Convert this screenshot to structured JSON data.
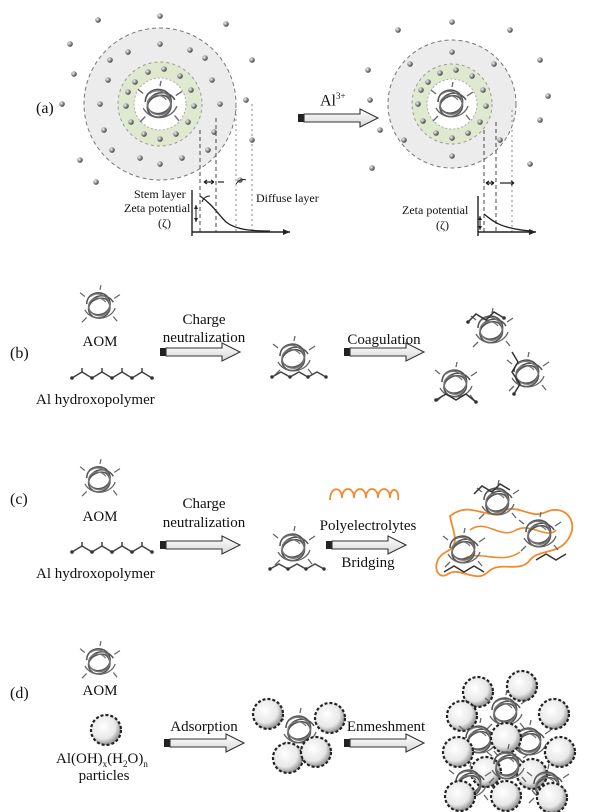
{
  "panels": {
    "a": {
      "letter": "(a)",
      "arrow_label": "Al",
      "arrow_label_sup": "3+",
      "stem_layer": "Stem layer",
      "zeta_left": "Zeta potential",
      "zeta_left_symbol": "(ζ)",
      "diffuse_layer": "Diffuse layer",
      "zeta_right": "Zeta potential",
      "zeta_right_symbol": "(ζ)"
    },
    "b": {
      "letter": "(b)",
      "aom": "AOM",
      "polymer": "Al hydroxopolymer",
      "arrow1_line1": "Charge",
      "arrow1_line2": "neutralization",
      "arrow2": "Coagulation"
    },
    "c": {
      "letter": "(c)",
      "aom": "AOM",
      "polymer": "Al hydroxopolymer",
      "arrow1_line1": "Charge",
      "arrow1_line2": "neutralization",
      "arrow2_top": "Polyelectrolytes",
      "arrow2_bottom": "Bridging"
    },
    "d": {
      "letter": "(d)",
      "aom": "AOM",
      "particle_main": "Al(OH)",
      "particle_sub1": "x",
      "particle_mid": "(H",
      "particle_sub2": "2",
      "particle_mid2": "O)",
      "particle_sub3": "n",
      "particle_line2": "particles",
      "arrow1": "Adsorption",
      "arrow2": "Enmeshment"
    }
  },
  "colors": {
    "diffuse_fill": "#ececec",
    "stern_ring": "#dfe9cf",
    "polyelectrolyte": "#f08a2c",
    "ink": "#333333"
  }
}
